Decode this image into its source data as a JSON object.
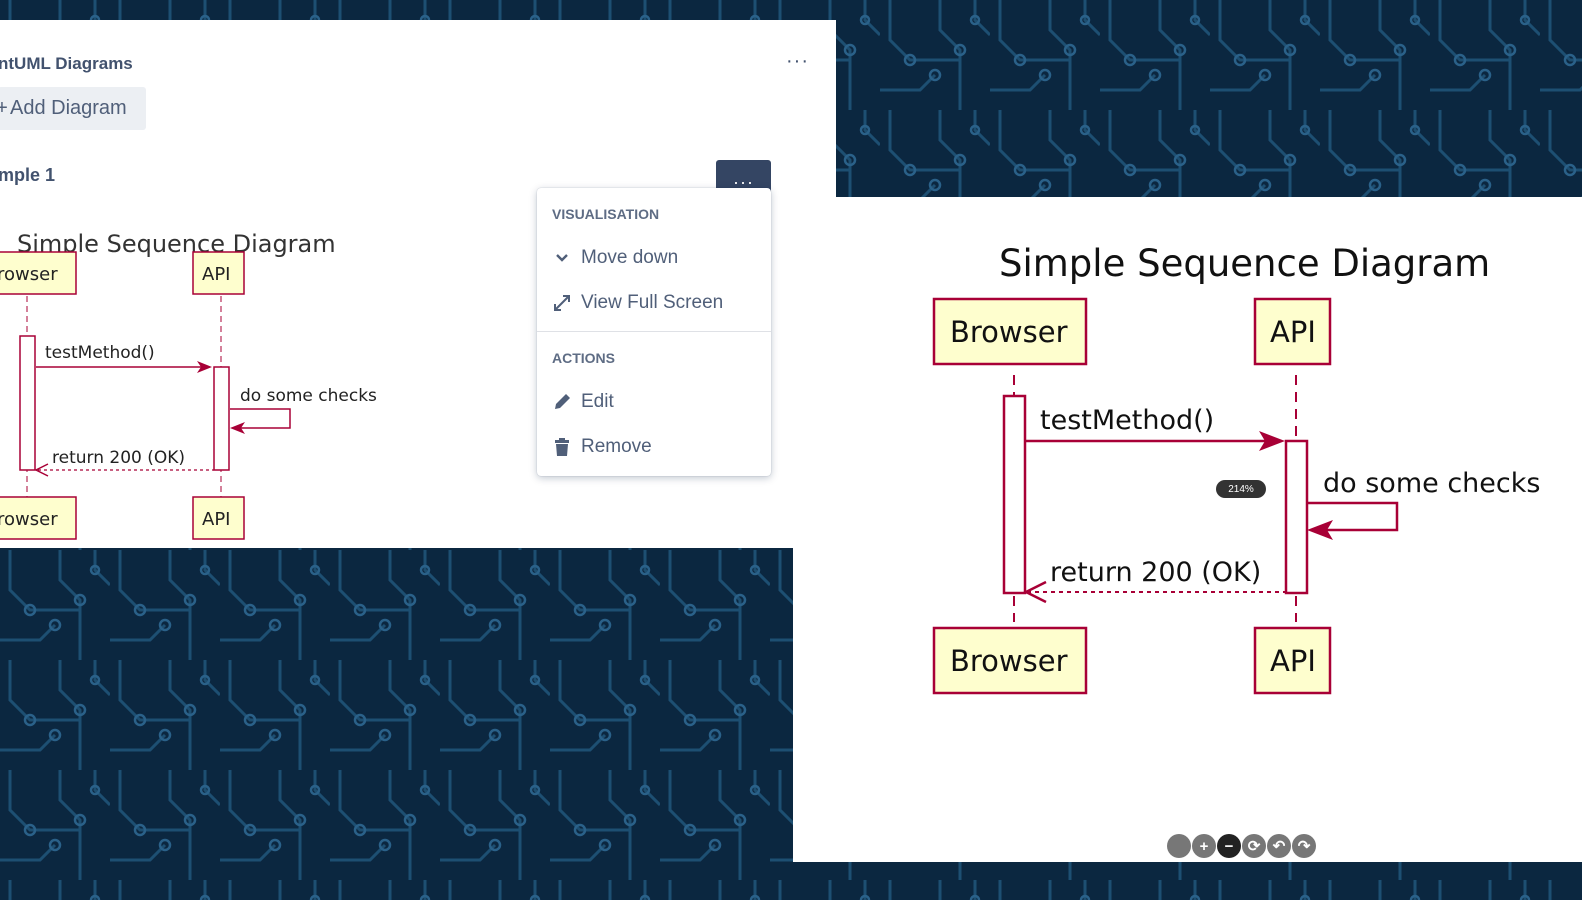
{
  "panel": {
    "title": "ntUML Diagrams",
    "more_label": "···",
    "add_button": {
      "plus": "+",
      "label": "Add Diagram"
    },
    "diagram_name": "mple 1",
    "actions_button_label": "···"
  },
  "dropdown": {
    "visualisation_header": "VISUALISATION",
    "move_down": "Move down",
    "view_full_screen": "View Full Screen",
    "actions_header": "ACTIONS",
    "edit": "Edit",
    "remove": "Remove"
  },
  "diagram_small": {
    "title": "Simple Sequence Diagram",
    "participant_browser": "rowser",
    "participant_api": "API",
    "msg_call": "testMethod()",
    "msg_self": "do some checks",
    "msg_return": "return 200 (OK)"
  },
  "diagram_full": {
    "title": "Simple Sequence Diagram",
    "participant_browser": "Browser",
    "participant_api": "API",
    "msg_call": "testMethod()",
    "msg_self": "do some checks",
    "msg_return": "return 200 (OK)"
  },
  "viewer": {
    "zoom_level": "214%",
    "controls": [
      "",
      "+",
      "−",
      "⟳",
      "↶",
      "↷"
    ]
  },
  "colors": {
    "participant_fill": "#fefece",
    "participant_border": "#a80036",
    "menu_button": "#344563",
    "background": "#0b2740"
  }
}
